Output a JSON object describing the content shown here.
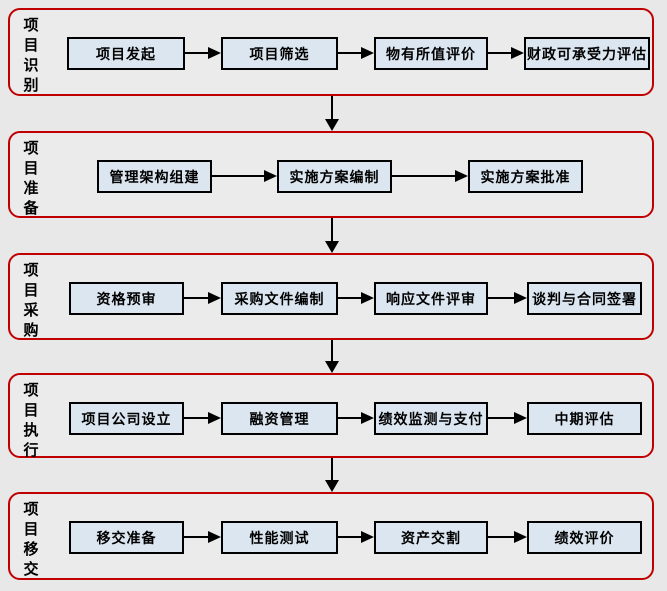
{
  "colors": {
    "background": "#e8e8e8",
    "stage_border": "#c00000",
    "box_fill": "#dce6f1",
    "box_border": "#000000",
    "arrow": "#000000",
    "text": "#000000"
  },
  "sections": [
    {
      "label": "项目识别",
      "boxes": [
        "项目发起",
        "项目筛选",
        "物有所值评价",
        "财政可承受力评估"
      ]
    },
    {
      "label": "项目准备",
      "boxes": [
        "管理架构组建",
        "实施方案编制",
        "实施方案批准"
      ]
    },
    {
      "label": "项目采购",
      "boxes": [
        "资格预审",
        "采购文件编制",
        "响应文件评审",
        "谈判与合同签署"
      ]
    },
    {
      "label": "项目执行",
      "boxes": [
        "项目公司设立",
        "融资管理",
        "绩效监测与支付",
        "中期评估"
      ]
    },
    {
      "label": "项目移交",
      "boxes": [
        "移交准备",
        "性能测试",
        "资产交割",
        "绩效评价"
      ]
    }
  ]
}
